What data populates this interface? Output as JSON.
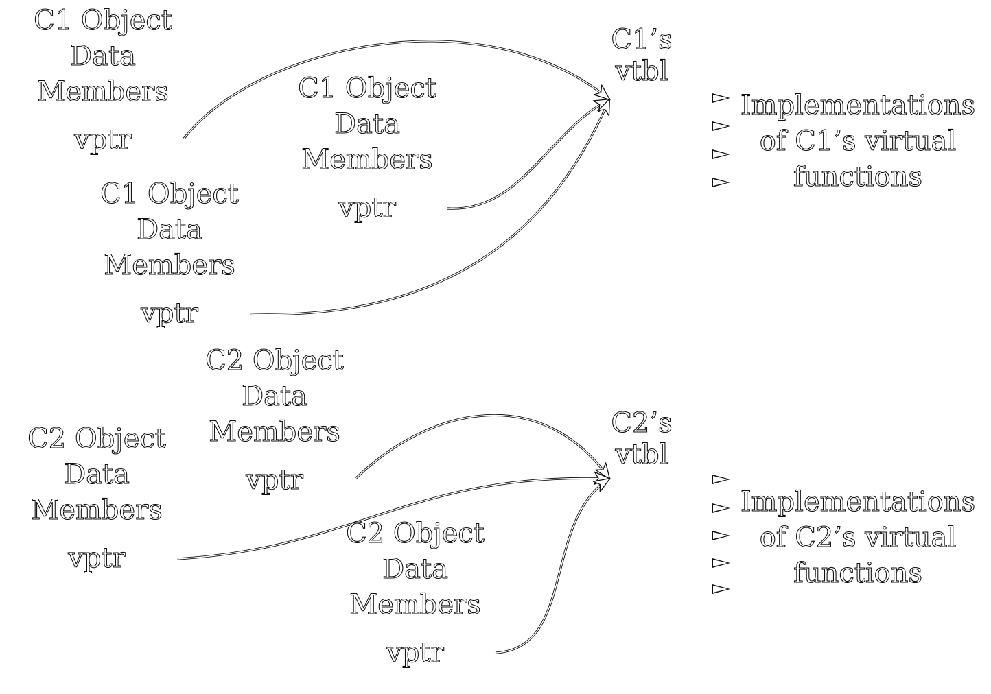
{
  "objects": [
    {
      "title": "C1 Object",
      "line2": "Data",
      "line3": "Members",
      "vptr": "vptr"
    },
    {
      "title": "C1 Object",
      "line2": "Data",
      "line3": "Members",
      "vptr": "vptr"
    },
    {
      "title": "C1 Object",
      "line2": "Data",
      "line3": "Members",
      "vptr": "vptr"
    },
    {
      "title": "C2 Object",
      "line2": "Data",
      "line3": "Members",
      "vptr": "vptr"
    },
    {
      "title": "C2 Object",
      "line2": "Data",
      "line3": "Members",
      "vptr": "vptr"
    },
    {
      "title": "C2 Object",
      "line2": "Data",
      "line3": "Members",
      "vptr": "vptr"
    }
  ],
  "vtables": [
    {
      "line1": "C1’s",
      "line2": "vtbl",
      "slot_count": 4
    },
    {
      "line1": "C2’s",
      "line2": "vtbl",
      "slot_count": 5
    }
  ],
  "implementations": [
    {
      "line1": "Implementations",
      "line2": "of C1’s virtual",
      "line3": "functions"
    },
    {
      "line1": "Implementations",
      "line2": "of C2’s virtual",
      "line3": "functions"
    }
  ],
  "colors": {
    "outline": "#111111",
    "fill": "#ffffff"
  }
}
